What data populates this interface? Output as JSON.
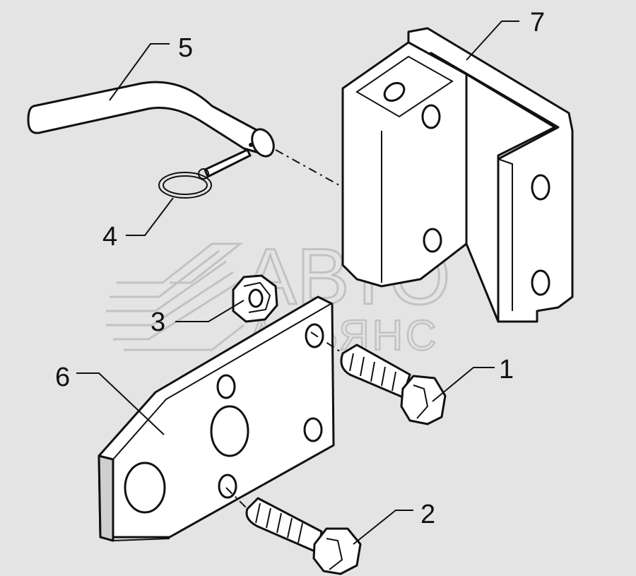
{
  "callouts": {
    "c1": "1",
    "c2": "2",
    "c3": "3",
    "c4": "4",
    "c5": "5",
    "c6": "6",
    "c7": "7"
  },
  "watermark": {
    "line1": "АВТО",
    "line2": "АЛЬЯНС"
  },
  "colors": {
    "background": "#e4e4e4",
    "outline": "#111111",
    "watermark": "#c2c2c2"
  }
}
